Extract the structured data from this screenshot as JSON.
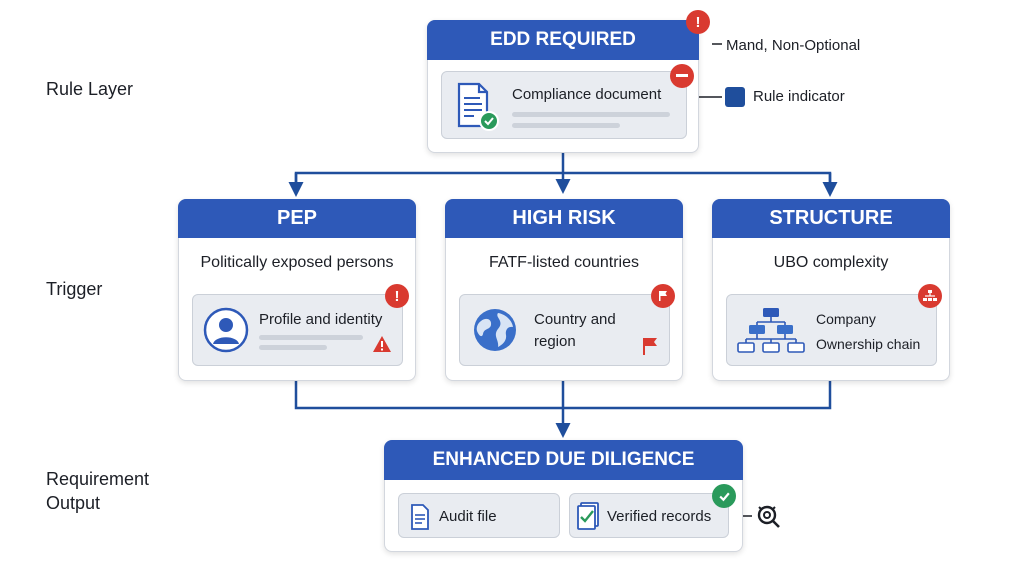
{
  "layers": {
    "rule": "Rule Layer",
    "trigger": "Trigger",
    "output_line1": "Requirement",
    "output_line2": "Output"
  },
  "rule_card": {
    "title": "EDD REQUIRED",
    "annotation": "Mand, Non-Optional",
    "document_label": "Compliance document",
    "legend_label": "Rule indicator"
  },
  "triggers": [
    {
      "title": "PEP",
      "subtitle": "Politically exposed persons",
      "item_label": "Profile and identity"
    },
    {
      "title": "HIGH RISK",
      "subtitle": "FATF-listed countries",
      "item_line1": "Country and",
      "item_line2": "region"
    },
    {
      "title": "STRUCTURE",
      "subtitle": "UBO complexity",
      "item_line1": "Company",
      "item_line2": "Ownership chain"
    }
  ],
  "output_card": {
    "title": "ENHANCED DUE DILIGENCE",
    "audit_label": "Audit file",
    "verified_label": "Verified records"
  },
  "colors": {
    "header_blue": "#2e59b8",
    "connector_blue": "#1f4e9c",
    "alert_red": "#d93a30",
    "ok_green": "#2a9a5b",
    "legend_square": "#1f4e9c"
  },
  "icons": [
    "document-icon",
    "check-badge-icon",
    "minus-badge-icon",
    "alert-badge-icon",
    "person-icon",
    "warning-icon",
    "globe-icon",
    "flag-icon",
    "org-chart-icon",
    "verified-records-icon",
    "settings-link-icon"
  ]
}
